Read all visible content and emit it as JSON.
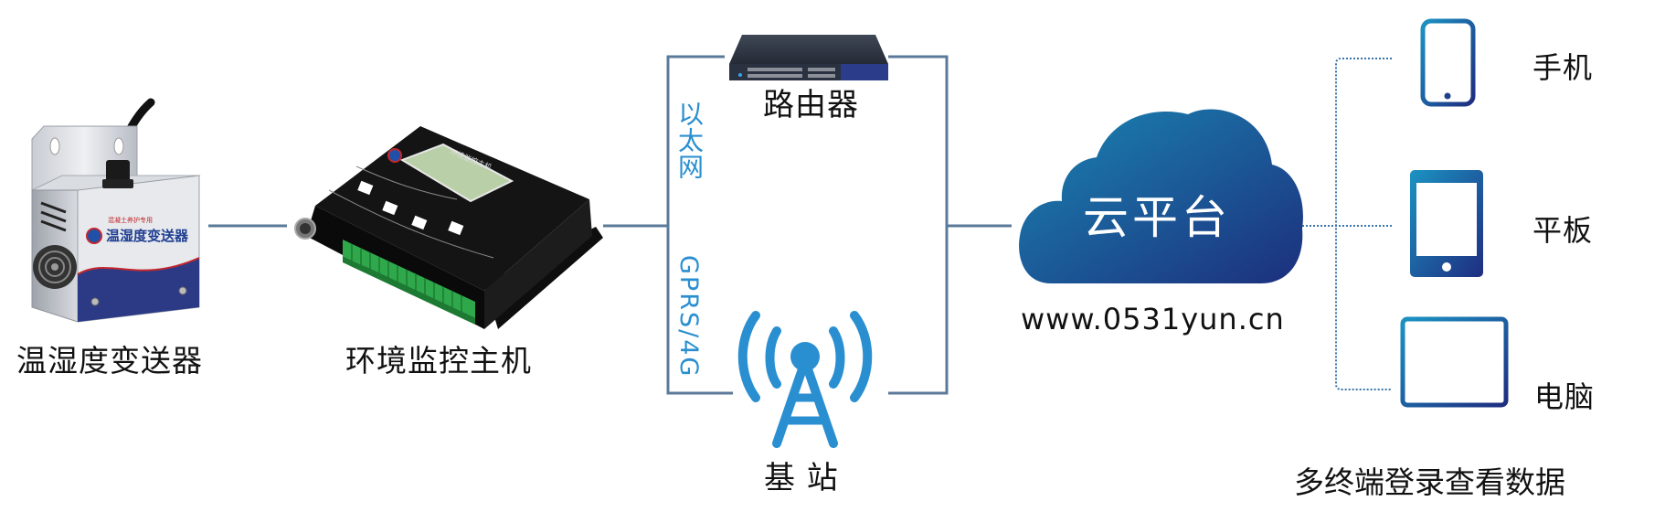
{
  "title": "环境监控系统拓扑",
  "colors": {
    "connector": "#5b7a99",
    "dotted": "#3a74a8",
    "accent_blue": "#2a8fd0",
    "cloud_start": "#1a86b3",
    "cloud_end": "#1c2f7d",
    "text": "#111111"
  },
  "nodes": {
    "sensor": {
      "label": "温湿度变送器",
      "brand_text": "温湿度变送器",
      "sub_text": "混凝土养护专用"
    },
    "host": {
      "label": "环境监控主机",
      "panel_title": "环境监控主机"
    },
    "router": {
      "label": "路由器"
    },
    "tower": {
      "label": "基 站"
    },
    "cloud": {
      "label": "云平台",
      "url": "www.0531yun.cn"
    },
    "terminals": {
      "caption": "多终端登录查看数据",
      "items": [
        {
          "label": "手机",
          "icon": "smartphone-icon"
        },
        {
          "label": "平板",
          "icon": "tablet-icon"
        },
        {
          "label": "电脑",
          "icon": "monitor-icon"
        }
      ]
    }
  },
  "links": {
    "ethernet": "以太网",
    "cellular": "GPRS/4G"
  }
}
